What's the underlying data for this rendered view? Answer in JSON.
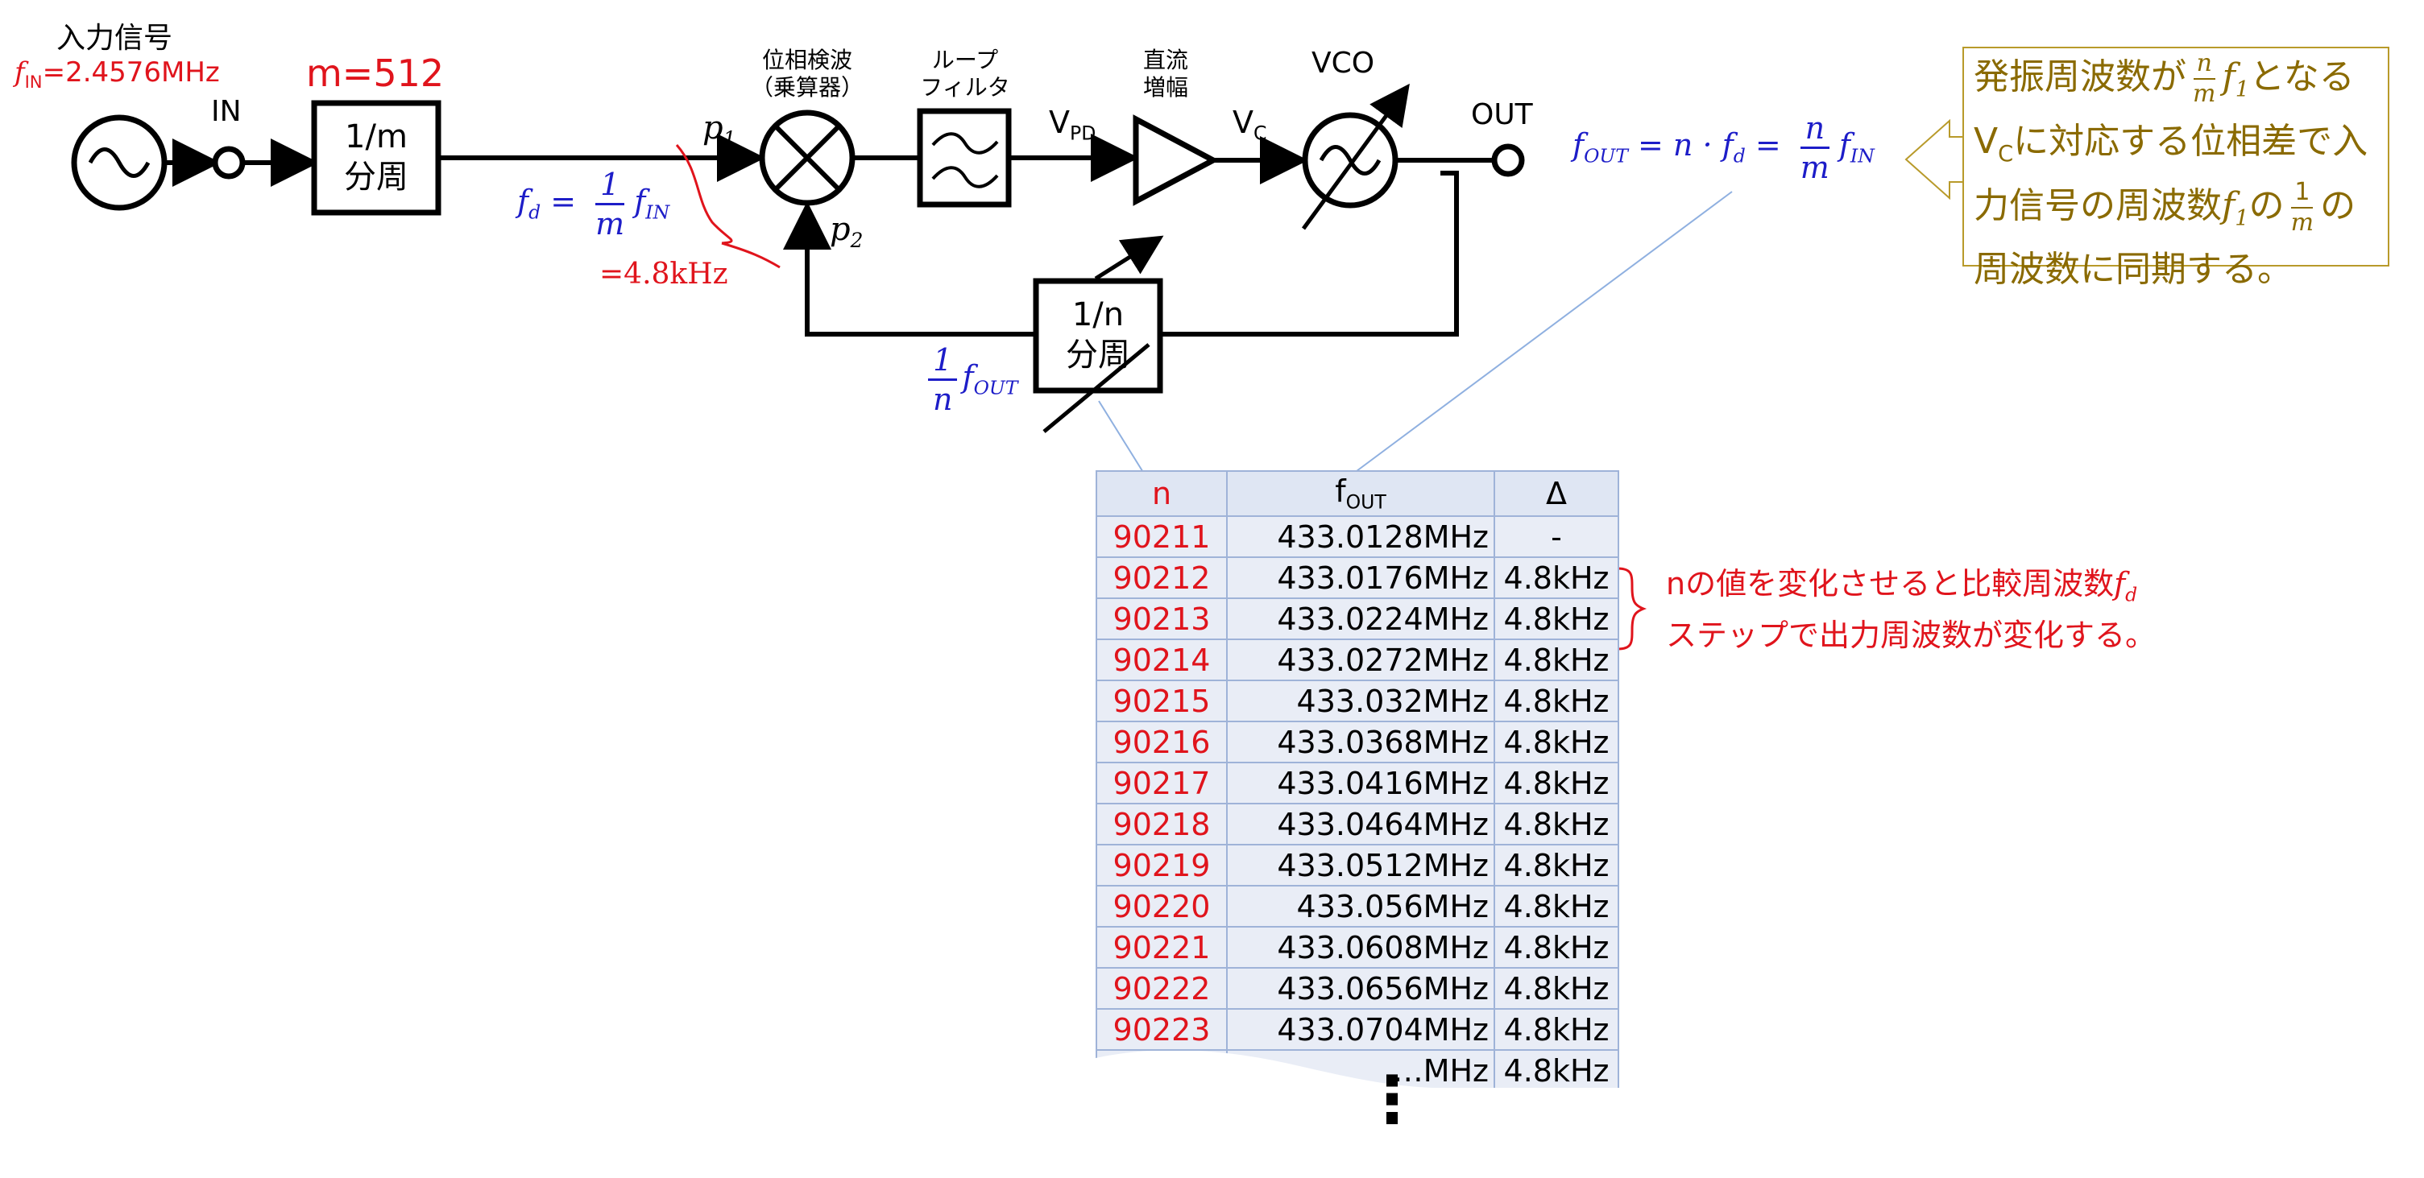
{
  "input": {
    "title": "入力信号",
    "f_label": "f",
    "f_sub": "IN",
    "f_value": "=2.4576MHz"
  },
  "labels": {
    "in": "IN",
    "out": "OUT",
    "vco": "VCO",
    "m_value": "m=512"
  },
  "blocks": {
    "div_m": {
      "line1": "1/m",
      "line2": "分周"
    },
    "div_n": {
      "line1": "1/n",
      "line2": "分周"
    },
    "phase_detector": {
      "line1": "位相検波",
      "line2": "（乗算器）"
    },
    "loop_filter": {
      "line1": "ループ",
      "line2": "フィルタ"
    },
    "dc_amp": {
      "line1": "直流",
      "line2": "増幅"
    }
  },
  "signals": {
    "vpd": "V",
    "vpd_sub": "PD",
    "vc": "V",
    "vc_sub": "C",
    "p1": "p",
    "p1_sub": "1",
    "p2": "p",
    "p2_sub": "2"
  },
  "equations": {
    "fd_lhs": "f",
    "fd_sub": "d",
    "fd_eq": " = ",
    "fd_num": "1",
    "fd_den": "m",
    "fd_rhs": "f",
    "fd_rhs_sub": "IN",
    "fd_value": "=4.8kHz",
    "fb_num": "1",
    "fb_den": "n",
    "fb_f": "f",
    "fb_sub": "OUT",
    "fout_lhs": "f",
    "fout_sub": "OUT",
    "fout_mid": " = n · f",
    "fout_mid_sub": "d",
    "fout_eq": " = ",
    "fout_num": "n",
    "fout_den": "m",
    "fout_f": "f",
    "fout_f_sub": "IN"
  },
  "note": {
    "l1_a": "発振周波数が",
    "l1_num": "n",
    "l1_den": "m",
    "l1_f": "f",
    "l1_fsub": "1",
    "l1_b": "となる",
    "l2_v": "V",
    "l2_vsub": "C",
    "l2_b": "に対応する位相差で入",
    "l3_a": "力信号の周波数",
    "l3_f": "f",
    "l3_fsub": "1",
    "l3_b": "の",
    "l3_num": "1",
    "l3_den": "m",
    "l3_c": "の",
    "l4": "周波数に同期する。"
  },
  "table": {
    "headers": {
      "n": "n",
      "f": "f",
      "f_sub": "OUT",
      "delta": "Δ"
    },
    "rows": [
      {
        "n": "90211",
        "fout": "433.0128MHz",
        "delta": "-"
      },
      {
        "n": "90212",
        "fout": "433.0176MHz",
        "delta": "4.8kHz"
      },
      {
        "n": "90213",
        "fout": "433.0224MHz",
        "delta": "4.8kHz"
      },
      {
        "n": "90214",
        "fout": "433.0272MHz",
        "delta": "4.8kHz"
      },
      {
        "n": "90215",
        "fout": "433.032MHz",
        "delta": "4.8kHz"
      },
      {
        "n": "90216",
        "fout": "433.0368MHz",
        "delta": "4.8kHz"
      },
      {
        "n": "90217",
        "fout": "433.0416MHz",
        "delta": "4.8kHz"
      },
      {
        "n": "90218",
        "fout": "433.0464MHz",
        "delta": "4.8kHz"
      },
      {
        "n": "90219",
        "fout": "433.0512MHz",
        "delta": "4.8kHz"
      },
      {
        "n": "90220",
        "fout": "433.056MHz",
        "delta": "4.8kHz"
      },
      {
        "n": "90221",
        "fout": "433.0608MHz",
        "delta": "4.8kHz"
      },
      {
        "n": "90222",
        "fout": "433.0656MHz",
        "delta": "4.8kHz"
      },
      {
        "n": "90223",
        "fout": "433.0704MHz",
        "delta": "4.8kHz"
      },
      {
        "n": "",
        "fout": "…MHz",
        "delta": "4.8kHz"
      }
    ],
    "continuation": "⋮"
  },
  "brace_note": {
    "line1": "nの値を変化させると比較周波数",
    "line1_f": "f",
    "line1_sub": "d",
    "line2": "ステップで出力周波数が変化する。"
  },
  "colors": {
    "red": "#e0141c",
    "blue": "#1d1dc8",
    "note_text": "#8a6a00",
    "note_border": "#b89a2a",
    "table_header": "#dfe6f3",
    "table_cell": "#e9edf6"
  }
}
